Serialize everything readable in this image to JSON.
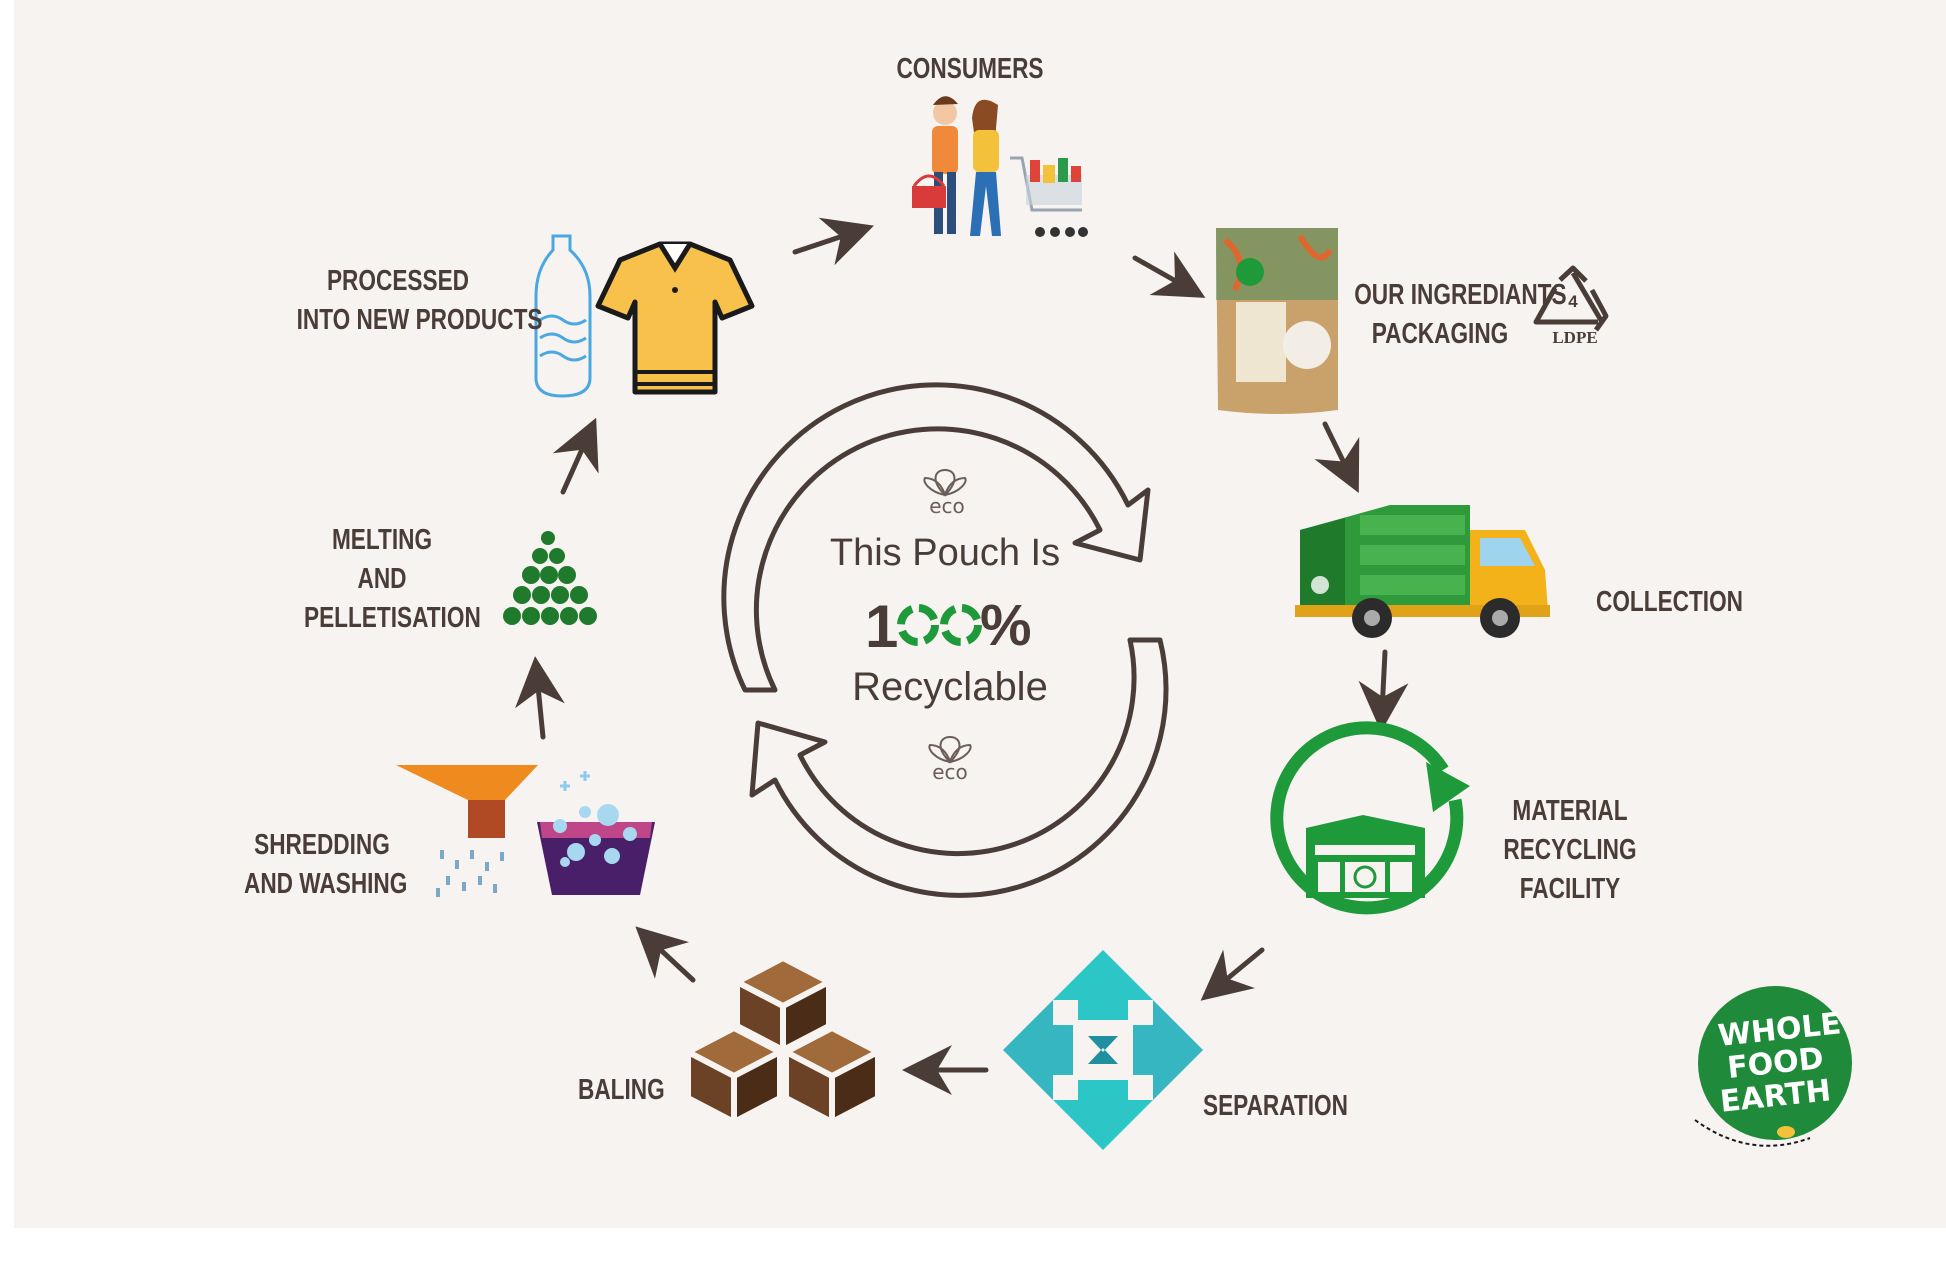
{
  "center": {
    "line1": "This Pouch Is",
    "percent_digit": "1",
    "percent_sign": "%",
    "line3": "Recyclable",
    "eco_top": "eco",
    "eco_bottom": "eco"
  },
  "steps": {
    "consumers": [
      "CONSUMERS"
    ],
    "packaging": [
      "OUR INGREDIANTS",
      "PACKAGING"
    ],
    "collection": [
      "COLLECTION"
    ],
    "mrf": [
      "MATERIAL",
      "RECYCLING",
      "FACILITY"
    ],
    "separation": [
      "SEPARATION"
    ],
    "baling": [
      "BALING"
    ],
    "shredding": [
      "SHREDDING",
      "AND WASHING"
    ],
    "melting": [
      "MELTING",
      "AND",
      "PELLETISATION"
    ],
    "processed": [
      "PROCESSED",
      "INTO NEW PRODUCTS"
    ]
  },
  "recycle_symbol": {
    "number": "4",
    "code": "LDPE"
  },
  "logo": {
    "line1": "WHOLE",
    "line2": "FOOD",
    "line3": "EARTH"
  },
  "colors": {
    "background": "#f6f3f1",
    "text": "#4a3d37",
    "arrow": "#4a3d37",
    "green": "#1f9a3a",
    "teal": "#2cc6c6",
    "brown": "#6b4226",
    "orange": "#ef8a1e"
  }
}
